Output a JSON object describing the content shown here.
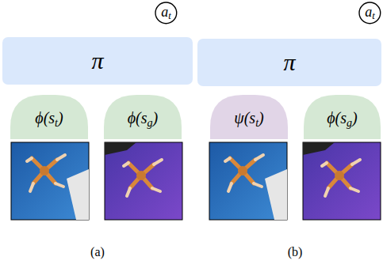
{
  "diagram": {
    "nodes": [
      {
        "text": [
          "at"
        ]
      },
      {
        "text": [
          "π"
        ]
      },
      {
        "text": [
          "ϕ(st)"
        ]
      },
      {
        "text": [
          "ϕ(sg)"
        ]
      },
      {
        "text": [
          "at"
        ]
      },
      {
        "text": [
          "π"
        ]
      },
      {
        "text": [
          "ψ(st)"
        ]
      },
      {
        "text": [
          "ϕ(sg)"
        ]
      }
    ],
    "labels": [
      "(a)",
      "(b)"
    ]
  }
}
